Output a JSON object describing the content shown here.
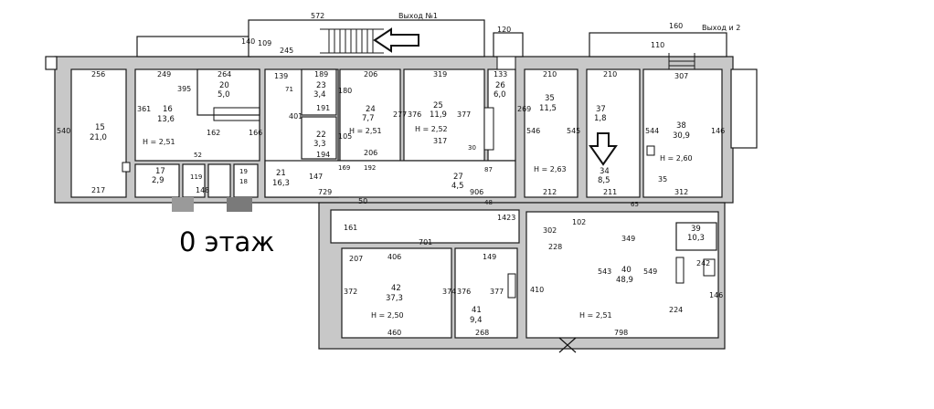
{
  "floor_label": "0 этаж",
  "exits": {
    "exit1": "Выход №1",
    "exit2": "Выход и 2"
  },
  "rooms": [
    {
      "key": "r15",
      "number": "15",
      "area": "21,0"
    },
    {
      "key": "r16",
      "number": "16",
      "area": "13,6"
    },
    {
      "key": "r20",
      "number": "20",
      "area": "5,0"
    },
    {
      "key": "r23",
      "number": "23",
      "area": "3,4"
    },
    {
      "key": "r22",
      "number": "22",
      "area": "3,3"
    },
    {
      "key": "r24",
      "number": "24",
      "area": "7,7"
    },
    {
      "key": "r25",
      "number": "25",
      "area": "11,9"
    },
    {
      "key": "r26",
      "number": "26",
      "area": "6,0"
    },
    {
      "key": "r35",
      "number": "35",
      "area": "11,5"
    },
    {
      "key": "r37",
      "number": "37",
      "area": "1,8"
    },
    {
      "key": "r38",
      "number": "38",
      "area": "30,9"
    },
    {
      "key": "r21",
      "number": "21",
      "area": "16,3"
    },
    {
      "key": "r17",
      "number": "17",
      "area": "2,9"
    },
    {
      "key": "r42",
      "number": "42",
      "area": "37,3"
    },
    {
      "key": "r41",
      "number": "41",
      "area": "9,4"
    },
    {
      "key": "r40",
      "number": "40",
      "area": "48,9"
    },
    {
      "key": "r39",
      "number": "39",
      "area": "10,3"
    },
    {
      "key": "r34",
      "number": "34",
      "area": "8,5"
    },
    {
      "key": "r27",
      "number": "27",
      "area": "4,5"
    }
  ],
  "heights": [
    "H = 2,51",
    "H = 2,51",
    "H = 2,52",
    "H = 2,63",
    "H = 2,60",
    "H = 2,50",
    "H = 2,51"
  ],
  "dims": {
    "d572": "572",
    "d120": "120",
    "d160": "160",
    "d140": "140",
    "d109": "109",
    "d245": "245",
    "d110": "110",
    "d256": "256",
    "d249": "249",
    "d264": "264",
    "d189": "189",
    "d206": "206",
    "d319": "319",
    "d133": "133",
    "d210": "210",
    "d210b": "210",
    "d307": "307",
    "d540": "540",
    "d361": "361",
    "d395": "395",
    "d217": "217",
    "d148": "148",
    "d162": "162",
    "d166": "166",
    "d401": "401",
    "d139": "139",
    "d191": "191",
    "d180": "180",
    "d105": "105",
    "d194": "194",
    "d206b": "206",
    "d277": "277",
    "d376": "376",
    "d377": "377",
    "d317": "317",
    "d269": "269",
    "d546": "546",
    "d545": "545",
    "d212": "212",
    "d211": "211",
    "d312": "312",
    "d544": "544",
    "d146": "146",
    "d35": "35",
    "d729": "729",
    "d50": "50",
    "d147": "147",
    "d906": "906",
    "d1423": "1423",
    "d102": "102",
    "d302": "302",
    "d228": "228",
    "d349": "349",
    "d161": "161",
    "d701": "701",
    "d207": "207",
    "d406": "406",
    "d372": "372",
    "d374": "374",
    "d376b": "376",
    "d377b": "377",
    "d460": "460",
    "d268": "268",
    "d410": "410",
    "d798": "798",
    "d543": "543",
    "d549": "549",
    "d224": "224",
    "d149": "149",
    "d242": "242",
    "d146b": "146",
    "d52": "52",
    "d169": "169",
    "d192": "192",
    "d119": "119",
    "d87": "87",
    "d65": "65",
    "d48": "48",
    "d30": "30",
    "d19": "19",
    "d18": "18",
    "d71": "71"
  }
}
